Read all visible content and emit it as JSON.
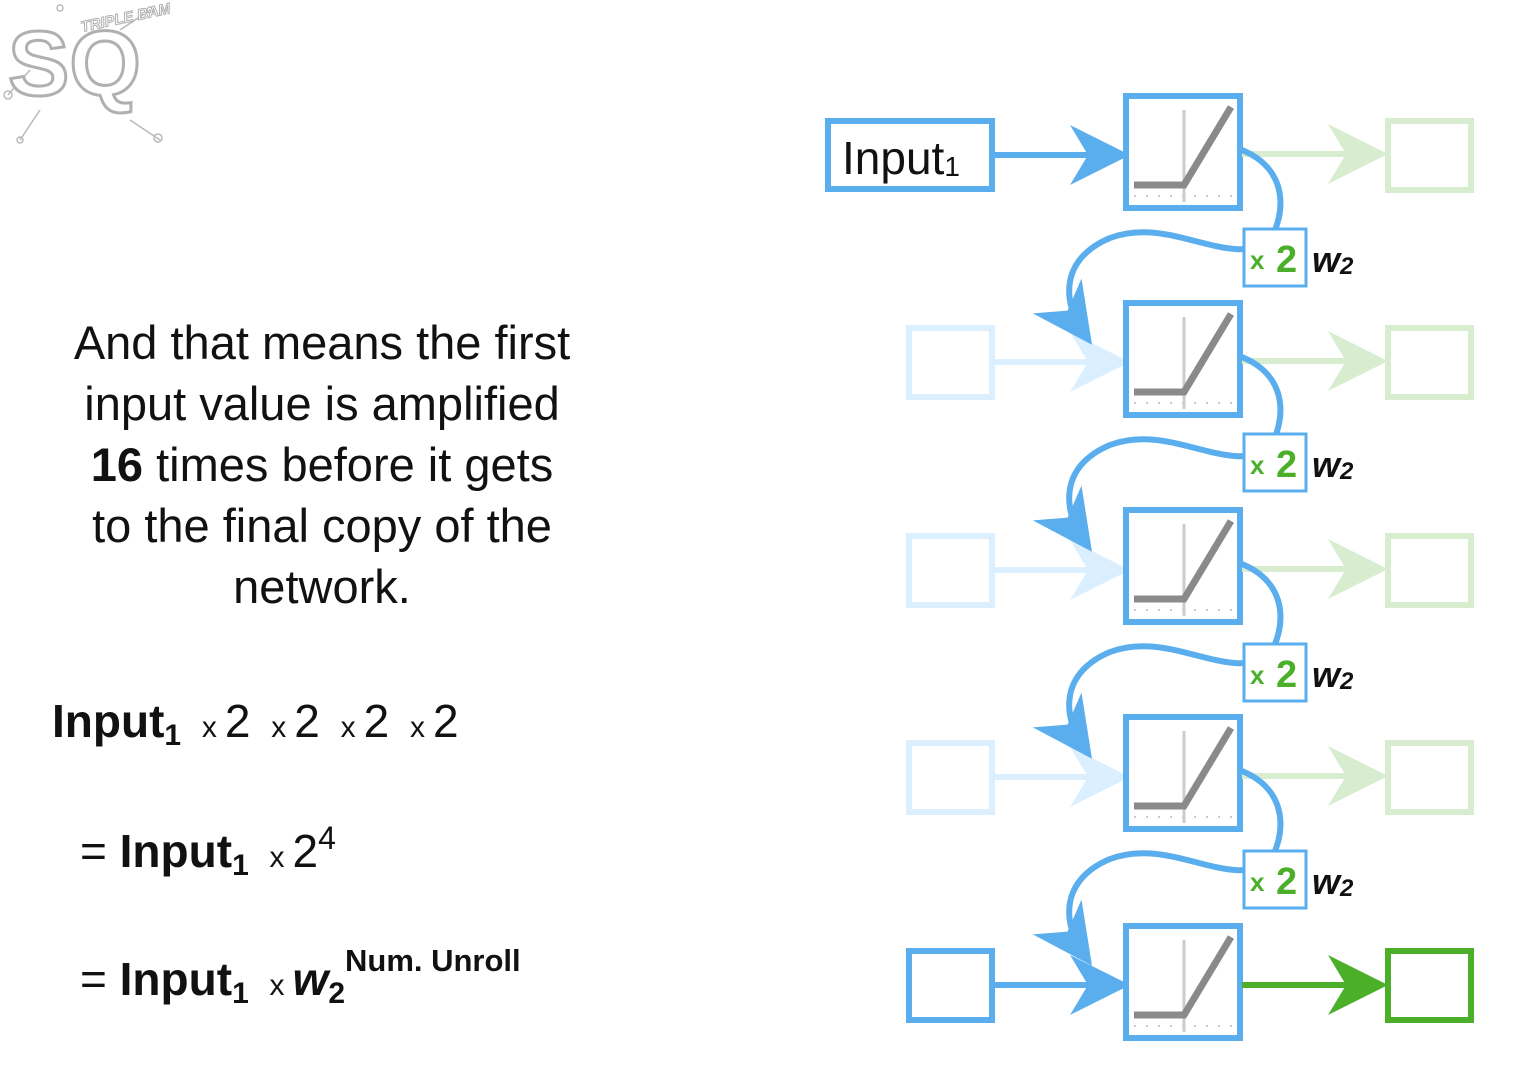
{
  "logo": {
    "text": "TRIPLE BAM!!!",
    "letters": "SQ"
  },
  "explanation": {
    "line1": "And that means the first",
    "line2": "input value is amplified",
    "line3_bold": "16",
    "line3_rest": " times before it gets",
    "line4": "to the final copy of the",
    "line5": "network."
  },
  "equations": {
    "eq1": {
      "input": "Input",
      "sub": "1",
      "times": "x",
      "factors": [
        "2",
        "2",
        "2",
        "2"
      ]
    },
    "eq2": {
      "equals": "=",
      "input": "Input",
      "sub": "1",
      "times": "x",
      "base": "2",
      "exp": "4"
    },
    "eq3": {
      "equals": "=",
      "input": "Input",
      "sub": "1",
      "times": "x",
      "weight": "w",
      "weight_sub": "2",
      "exp": "Num. Unroll"
    }
  },
  "diagram": {
    "input_label": "Input",
    "input_sub": "1",
    "weight_boxes": [
      {
        "times": "x",
        "value": "2",
        "label": "w",
        "label_sub": "2"
      },
      {
        "times": "x",
        "value": "2",
        "label": "w",
        "label_sub": "2"
      },
      {
        "times": "x",
        "value": "2",
        "label": "w",
        "label_sub": "2"
      },
      {
        "times": "x",
        "value": "2",
        "label": "w",
        "label_sub": "2"
      }
    ],
    "colors": {
      "blue": "#5aaeee",
      "faded_blue": "#dcefff",
      "green": "#4caf2a",
      "faded_green": "#d8ecd0",
      "relu_gray": "#8a8a8a"
    }
  }
}
